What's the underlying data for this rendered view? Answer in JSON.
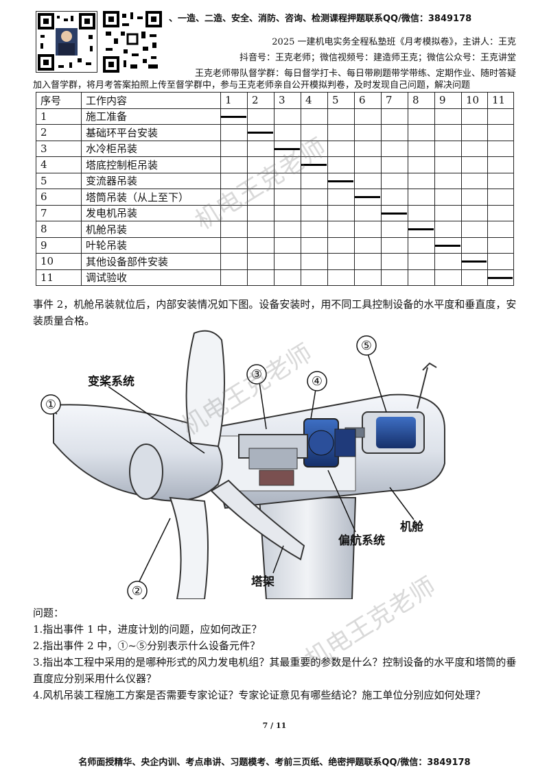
{
  "header": {
    "banner_right": "、一造、二造、安全、消防、咨询、检测课程押题联系QQ/微信：3849178",
    "title": "2025 一建机电实务全程私塾班《月考模拟卷》，主讲人：王克",
    "social": "抖音号：王克老师；微信视频号：建造师王克；微信公众号：王克讲堂",
    "line3": "王克老师带队督学群：每日督学打卡、每日带刷题带学带练、定期作业、随时答疑",
    "line4": "加入督学群，将月考答案拍照上传至督学群中，参与王克老师亲自公开模拟判卷，及时发现自己问题，解决问题"
  },
  "table": {
    "col_no": "序号",
    "col_task": "工作内容",
    "months": [
      "1",
      "2",
      "3",
      "4",
      "5",
      "6",
      "7",
      "8",
      "9",
      "10",
      "11"
    ],
    "rows": [
      {
        "no": "1",
        "task": "施工准备",
        "month": 1
      },
      {
        "no": "2",
        "task": "基础环平台安装",
        "month": 2
      },
      {
        "no": "3",
        "task": "水冷柜吊装",
        "month": 3
      },
      {
        "no": "4",
        "task": "塔底控制柜吊装",
        "month": 4
      },
      {
        "no": "5",
        "task": "变流器吊装",
        "month": 5
      },
      {
        "no": "6",
        "task": "塔筒吊装（从上至下）",
        "month": 6
      },
      {
        "no": "7",
        "task": "发电机吊装",
        "month": 7
      },
      {
        "no": "8",
        "task": "机舱吊装",
        "month": 8
      },
      {
        "no": "9",
        "task": "叶轮吊装",
        "month": 9
      },
      {
        "no": "10",
        "task": "其他设备部件安装",
        "month": 10
      },
      {
        "no": "11",
        "task": "调试验收",
        "month": 11
      }
    ]
  },
  "event2": "事件 2，机舱吊装就位后，内部安装情况如下图。设备安装时，用不同工具控制设备的水平度和垂直度，安装质量合格。",
  "diagram": {
    "pitch_system": "变桨系统",
    "nacelle": "机舱",
    "yaw_system": "偏航系统",
    "tower": "塔架",
    "markers": [
      "①",
      "②",
      "③",
      "④",
      "⑤"
    ]
  },
  "questions": {
    "heading": "问题：",
    "items": [
      "1.指出事件 1 中，进度计划的问题，应如何改正？",
      "2.指出事件 2 中，①~⑤分别表示什么设备元件？",
      "3.指出本工程中采用的是哪种形式的风力发电机组？其最重要的参数是什么？控制设备的水平度和塔筒的垂直度应分别采用什么仪器？",
      "4.风机吊装工程施工方案是否需要专家论证？专家论证意见有哪些结论？施工单位分别应如何处理？"
    ]
  },
  "page_number": "7 / 11",
  "footer": "名师面授精华、央企内训、考点串讲、习题模考、考前三页纸、绝密押题联系QQ/微信：3849178",
  "watermarks": [
    "机电王克老师",
    "机电王克老师",
    "机电王克老师"
  ]
}
